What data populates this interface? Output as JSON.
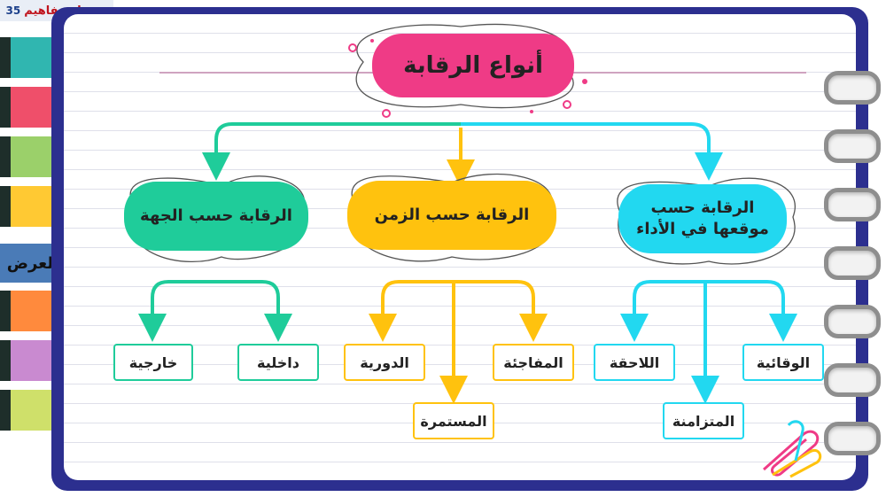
{
  "corner_tag": {
    "text": "خريطة مفاهيم",
    "number": "35"
  },
  "side_tabs": {
    "label": "العرض"
  },
  "title": "أنواع الرقابة",
  "categories": [
    {
      "label": "الرقابة حسب الجهة",
      "color": "#1fcc9a"
    },
    {
      "label": "الرقابة حسب الزمن",
      "color": "#ffc20e"
    },
    {
      "label": "الرقابة حسب موقعها في الأداء",
      "line1": "الرقابة حسب",
      "line2": "موقعها في الأداء",
      "color": "#22d8f0"
    }
  ],
  "leaves": {
    "by_party": [
      "خارجية",
      "داخلية"
    ],
    "by_time": [
      "الدورية",
      "المفاجئة",
      "المستمرة"
    ],
    "by_position": [
      "اللاحقة",
      "الوقائية",
      "المتزامنة"
    ]
  },
  "colors": {
    "frame": "#2c2f8f",
    "title": "#ef3b86",
    "green": "#1fcc9a",
    "yellow": "#ffc20e",
    "cyan": "#22d8f0"
  },
  "tab_colors": [
    "#30b6b0",
    "#ef4f6a",
    "#9bd06a",
    "#ffc933",
    "#4a7bb7",
    "#ff8a3d",
    "#c98ad0",
    "#cfe06a"
  ]
}
